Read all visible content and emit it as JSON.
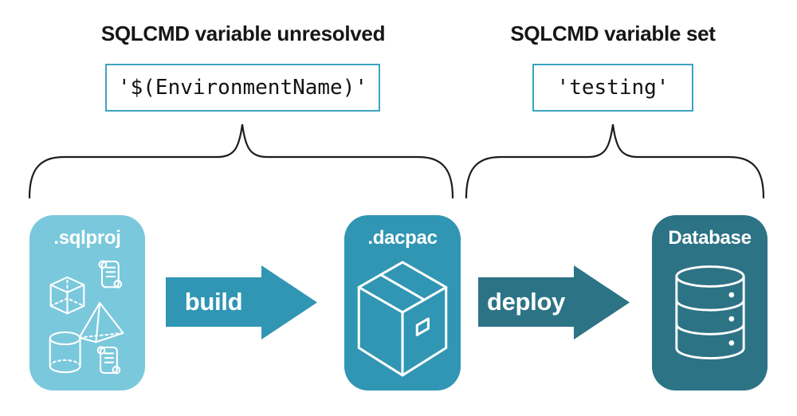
{
  "colors": {
    "accent_light": "#7AC8DC",
    "accent_mid": "#3096B3",
    "accent_dark": "#2C7386",
    "box_border": "#3CA4BF",
    "ink": "#161616",
    "white": "#FFFFFF"
  },
  "annotations": {
    "left": {
      "title": "SQLCMD variable unresolved",
      "value": "'$(EnvironmentName)'"
    },
    "right": {
      "title": "SQLCMD variable set",
      "value": "'testing'"
    }
  },
  "pipeline": {
    "stages": [
      {
        "label": ".sqlproj",
        "icon": "sql-project-shapes-icon"
      },
      {
        "label": ".dacpac",
        "icon": "package-box-icon"
      },
      {
        "label": "Database",
        "icon": "database-cylinder-icon"
      }
    ],
    "arrows": [
      {
        "label": "build"
      },
      {
        "label": "deploy"
      }
    ]
  }
}
